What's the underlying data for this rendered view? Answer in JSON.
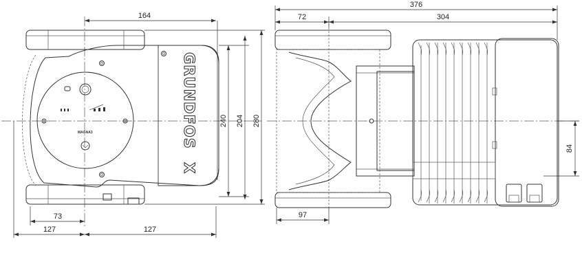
{
  "dimensions": {
    "front_top_width": "164",
    "overall_length": "376",
    "flange_offset": "72",
    "motor_length": "304",
    "height_240": "240",
    "height_204": "204",
    "height_280": "280",
    "axis_offset": "84",
    "port_offset": "73",
    "bottom_left": "127",
    "bottom_right": "127",
    "flange_depth": "97"
  },
  "brand": {
    "logo_text": "GRUNDFOS",
    "logo_mark": "X"
  },
  "control_panel": {
    "label": "MAGNA3"
  }
}
